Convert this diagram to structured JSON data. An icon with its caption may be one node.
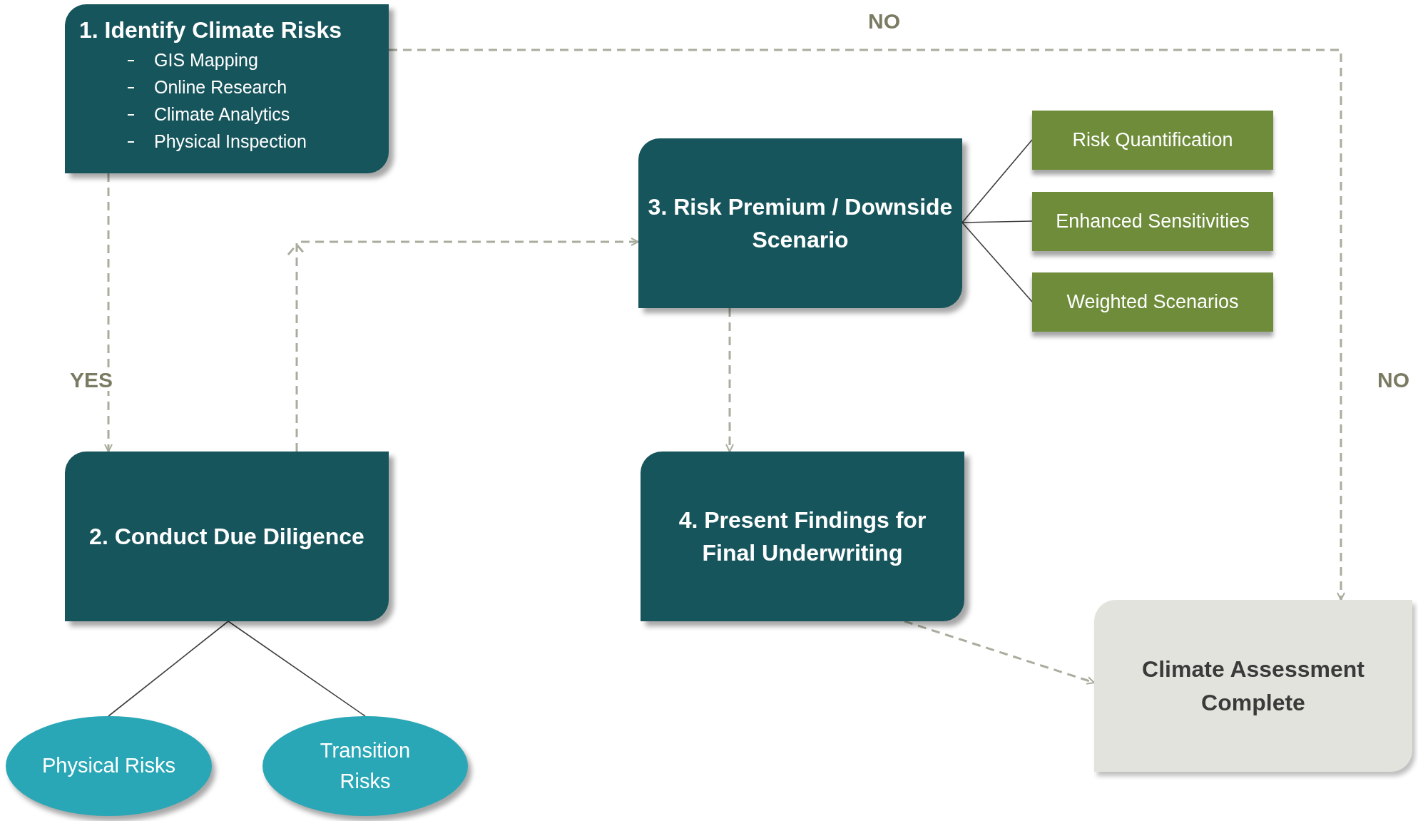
{
  "diagram": {
    "nodes": [
      {
        "text": [
          "1. Identify Climate Risks",
          "GIS Mapping",
          "Online Research",
          "Climate Analytics",
          "Physical Inspection"
        ]
      },
      {
        "text": [
          "2. Conduct Due Diligence"
        ]
      },
      {
        "text": [
          "3. Risk Premium / Downside Scenario"
        ]
      },
      {
        "text": [
          "Risk Quantification"
        ]
      },
      {
        "text": [
          "Enhanced Sensitivities"
        ]
      },
      {
        "text": [
          "Weighted Scenarios"
        ]
      },
      {
        "text": [
          "4. Present Findings for Final Underwriting"
        ]
      },
      {
        "text": [
          "Climate Assessment Complete"
        ]
      },
      {
        "text": [
          "Physical Risks"
        ]
      },
      {
        "text": [
          "Transition Risks"
        ]
      }
    ],
    "edges": [
      {
        "from": 0,
        "to": 1,
        "arrow": "to",
        "style": "dashed",
        "label": "YES"
      },
      {
        "from": 0,
        "to": 7,
        "arrow": "to",
        "style": "dashed",
        "label": "NO"
      },
      {
        "from": 1,
        "to": 2,
        "arrow": "to",
        "style": "dashed"
      },
      {
        "from": 2,
        "to": 6,
        "arrow": "to",
        "style": "dashed"
      },
      {
        "from": 6,
        "to": 7,
        "arrow": "to",
        "style": "dashed"
      },
      {
        "from": 2,
        "to": 3,
        "arrow": "none",
        "color": "#3d3d3d"
      },
      {
        "from": 2,
        "to": 4,
        "arrow": "none",
        "color": "#3d3d3d"
      },
      {
        "from": 2,
        "to": 5,
        "arrow": "none",
        "color": "#3d3d3d"
      },
      {
        "from": 1,
        "to": 8,
        "arrow": "none",
        "color": "#3d3d3d"
      },
      {
        "from": 1,
        "to": 9,
        "arrow": "none",
        "color": "#3d3d3d"
      }
    ],
    "labels": [
      "NO"
    ]
  }
}
